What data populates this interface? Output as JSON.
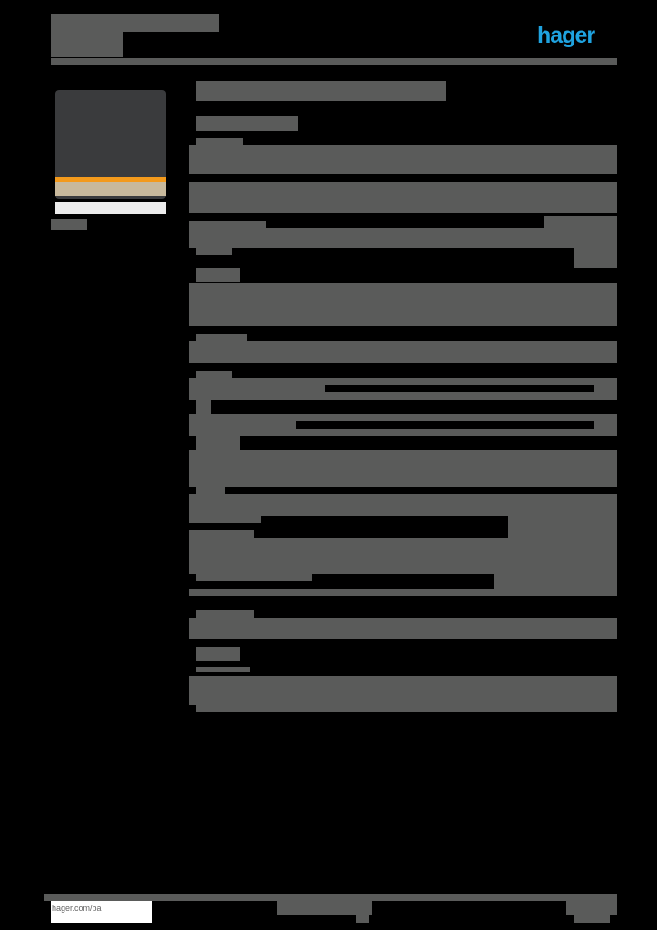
{
  "header": {
    "brand_logo": "hager",
    "brand_color": "#1fa3e0"
  },
  "footer": {
    "url": "hager.com/ba"
  },
  "colors": {
    "background": "#000000",
    "redaction_block": "#5a5b5a",
    "accent_orange": "#f39a1c"
  },
  "product_image": {
    "icon": "switch-rocker-anthracite-with-orange-led-strip"
  }
}
